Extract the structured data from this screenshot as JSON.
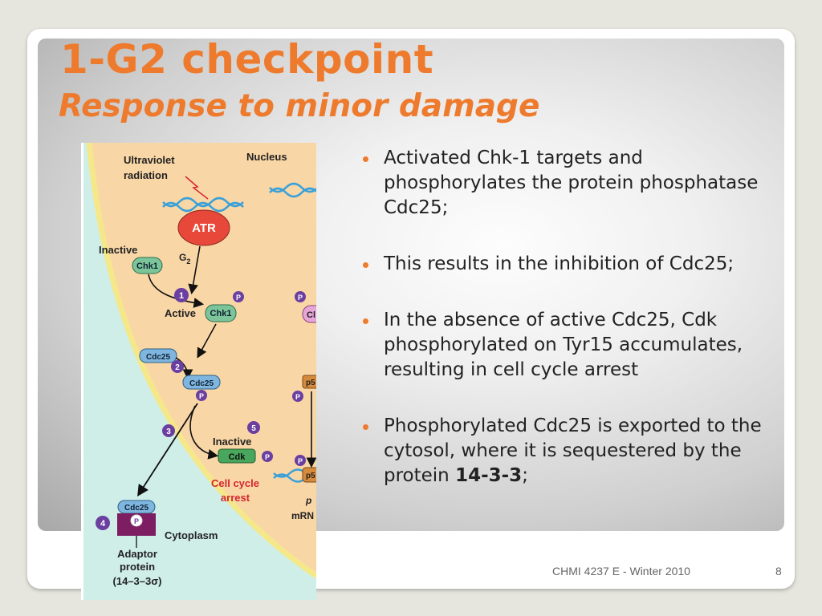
{
  "slide": {
    "title_line1": "1-G2 checkpoint",
    "title_line2": "Response to minor damage",
    "bullets": [
      {
        "text": "Activated Chk-1 targets and phosphorylates the protein phosphatase Cdc25;"
      },
      {
        "text": "This results in the inhibition of Cdc25;"
      },
      {
        "text": "In the absence of active Cdc25, Cdk phosphorylated on Tyr15 accumulates, resulting in cell cycle arrest"
      },
      {
        "text": "Phosphorylated Cdc25 is exported to the cytosol, where it is sequestered by the protein ",
        "bold": "14-3-3",
        "tail": ";"
      }
    ],
    "footer": "CHMI 4237 E - Winter 2010",
    "page_number": "8"
  },
  "figure": {
    "nucleus": "Nucleus",
    "uv_line1": "Ultraviolet",
    "uv_line2": "radiation",
    "atr": "ATR",
    "g2": "G",
    "g2_sub": "2",
    "inactive_top": "Inactive",
    "chk1": "Chk1",
    "active": "Active",
    "cdc25": "Cdc25",
    "p": "P",
    "step1": "1",
    "step2": "2",
    "step3": "3",
    "step4": "4",
    "step5": "5",
    "inactive_cdk": "Inactive",
    "cdk": "Cdk",
    "arrest_line1": "Cell cycle",
    "arrest_line2": "arrest",
    "cytoplasm": "Cytoplasm",
    "adaptor_line1": "Adaptor",
    "adaptor_line2": "protein",
    "adaptor_line3": "(14–3–3σ)",
    "partial_chk": "Cl",
    "partial_p5_top": "p5",
    "partial_p5_bottom": "p5",
    "partial_pl": "p",
    "partial_mrna": "mRN",
    "colors": {
      "nucleus_fill": "#f9d6a6",
      "cytoplasm_fill": "#cfeee8",
      "membrane": "#f5e88a",
      "atr": "#e8483a",
      "chk1": "#7cc59a",
      "cdc25": "#7fb6df",
      "cdk": "#48a75c",
      "phospho": "#6b3fa0",
      "adaptor": "#7d1e63",
      "arrest_text": "#d5262f",
      "dna": "#3aa0d8"
    }
  }
}
